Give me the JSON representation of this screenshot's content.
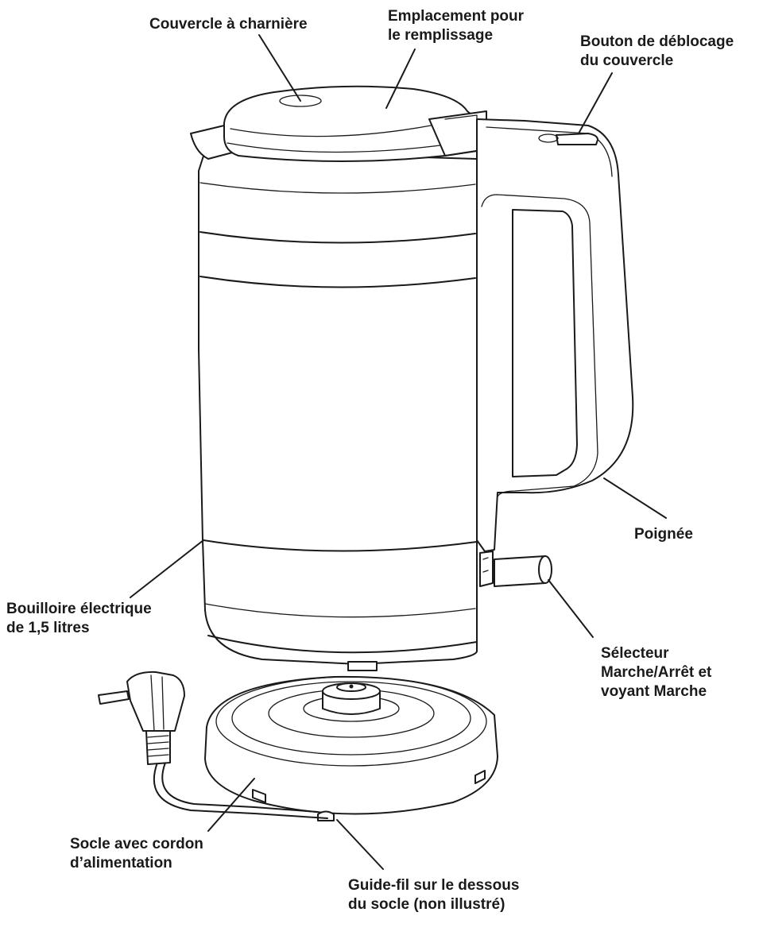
{
  "labels": {
    "hinged_lid": "Couvercle à charnière",
    "fill_spout_1": "Emplacement pour",
    "fill_spout_2": "le remplissage",
    "lid_release_1": "Bouton de déblocage",
    "lid_release_2": "du couvercle",
    "handle": "Poignée",
    "kettle_1": "Bouilloire électrique",
    "kettle_2": "de 1,5 litres",
    "switch_1": "Sélecteur",
    "switch_2": "Marche/Arrêt et",
    "switch_3": "voyant Marche",
    "base_1": "Socle avec cordon",
    "base_2": "d’alimentation",
    "cord_guide_1": "Guide-fil sur le dessous",
    "cord_guide_2": "du socle (non illustré)"
  }
}
